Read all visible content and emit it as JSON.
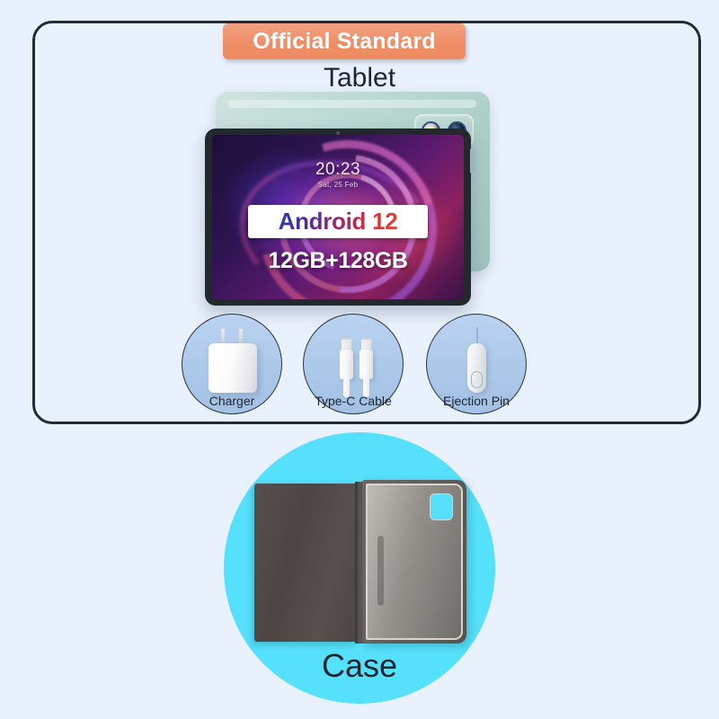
{
  "page": {
    "background_color": "#e9f1fc",
    "panel_border_color": "#242b33"
  },
  "badge": {
    "label": "Official Standard",
    "background_color": "#ef8e66",
    "text_color": "#ffffff"
  },
  "tablet_section": {
    "title": "Tablet",
    "back_panel_color": "#b2cfc9",
    "camera": {
      "flash_icon": "camera-flash-icon",
      "lens_icon": "camera-lens-icon"
    },
    "screen": {
      "clock": "20:23",
      "date": "Sat, 25 Feb",
      "os_label": "Android 12",
      "memory_label": "12GB+128GB"
    }
  },
  "accessories": [
    {
      "id": "charger",
      "label": "Charger",
      "icon": "power-adapter-icon"
    },
    {
      "id": "cable",
      "label": "Type-C Cable",
      "icon": "usb-c-cable-icon"
    },
    {
      "id": "pin",
      "label": "Ejection Pin",
      "icon": "sim-ejection-pin-icon"
    }
  ],
  "case_section": {
    "title": "Case",
    "circle_color": "#55e0fb",
    "case_icon": "tablet-folio-case-icon"
  }
}
